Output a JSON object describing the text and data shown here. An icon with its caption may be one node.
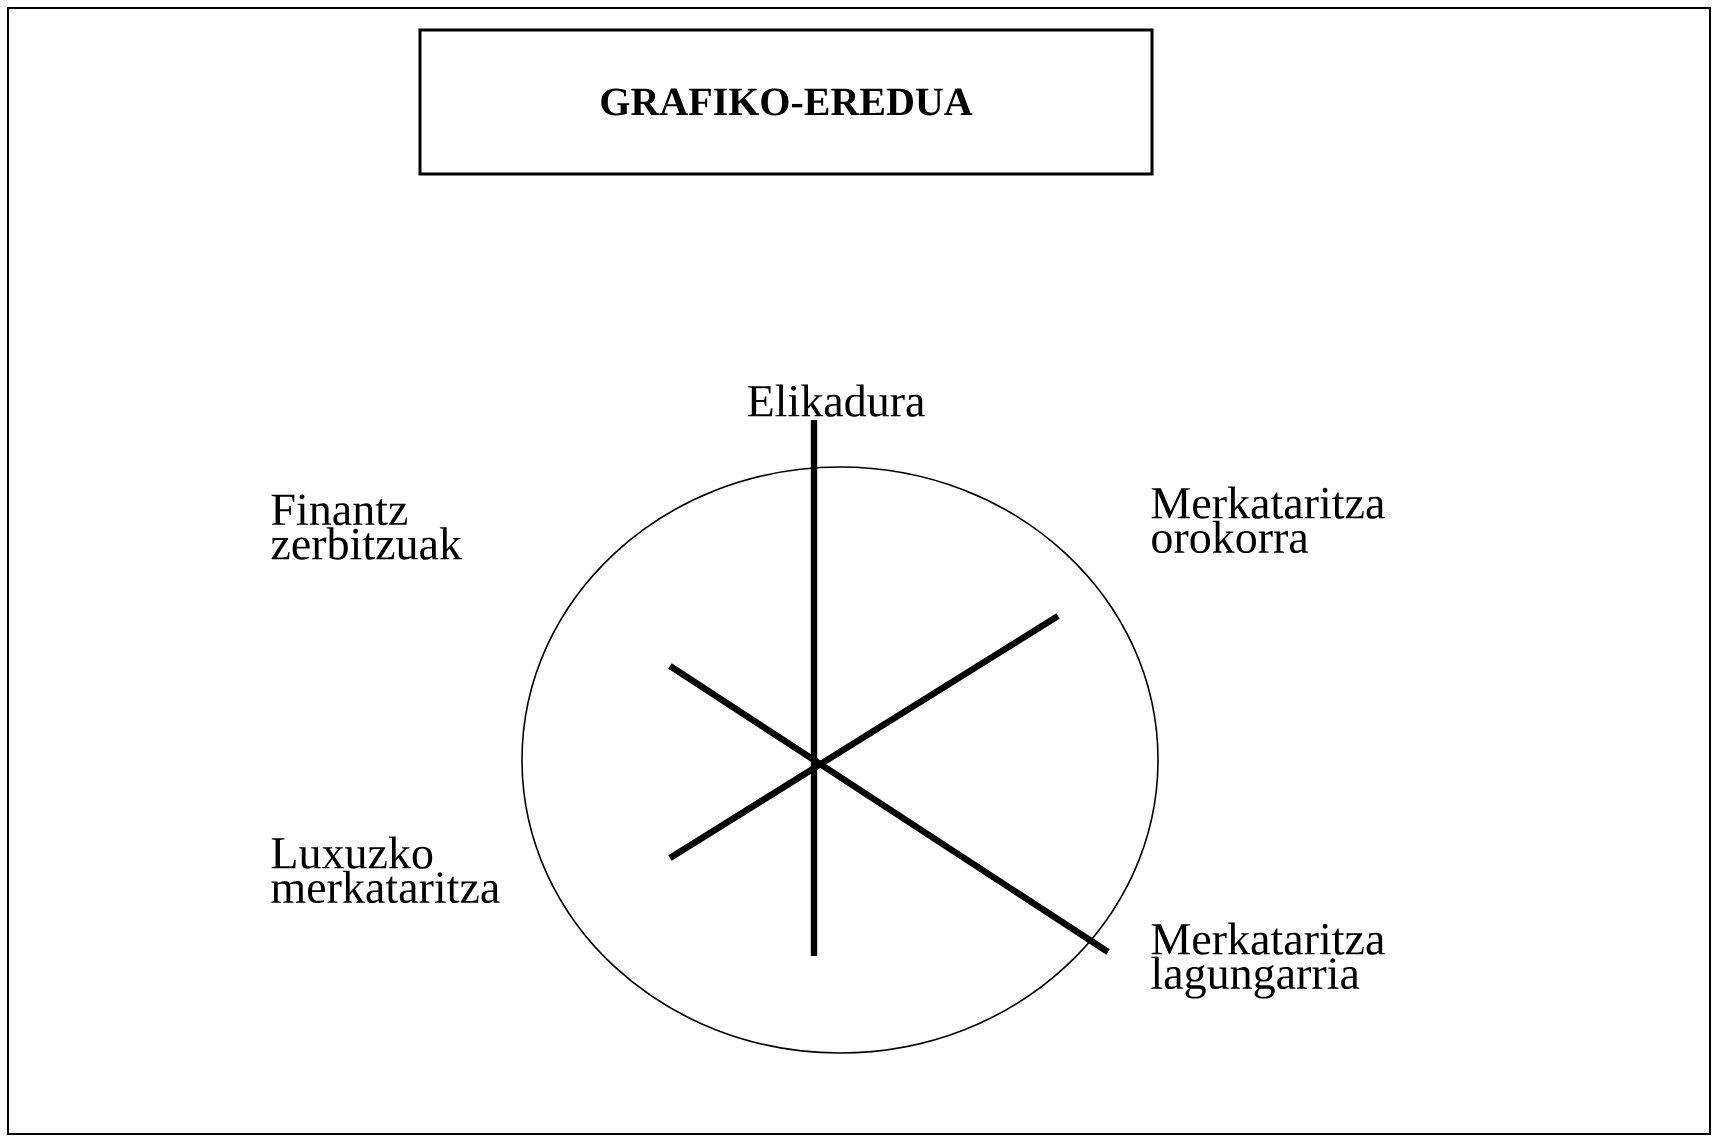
{
  "diagram": {
    "nodes": [
      {
        "text": [
          "GRAFIKO-EREDUA"
        ]
      },
      {
        "text": [],
        "shape": "circle"
      }
    ],
    "labels": [
      "Elikadura",
      "Finantz zerbitzuak",
      "Merkataritza orokorra",
      "Luxuzko merkataritza",
      "Merkataritza lagungarria"
    ]
  }
}
